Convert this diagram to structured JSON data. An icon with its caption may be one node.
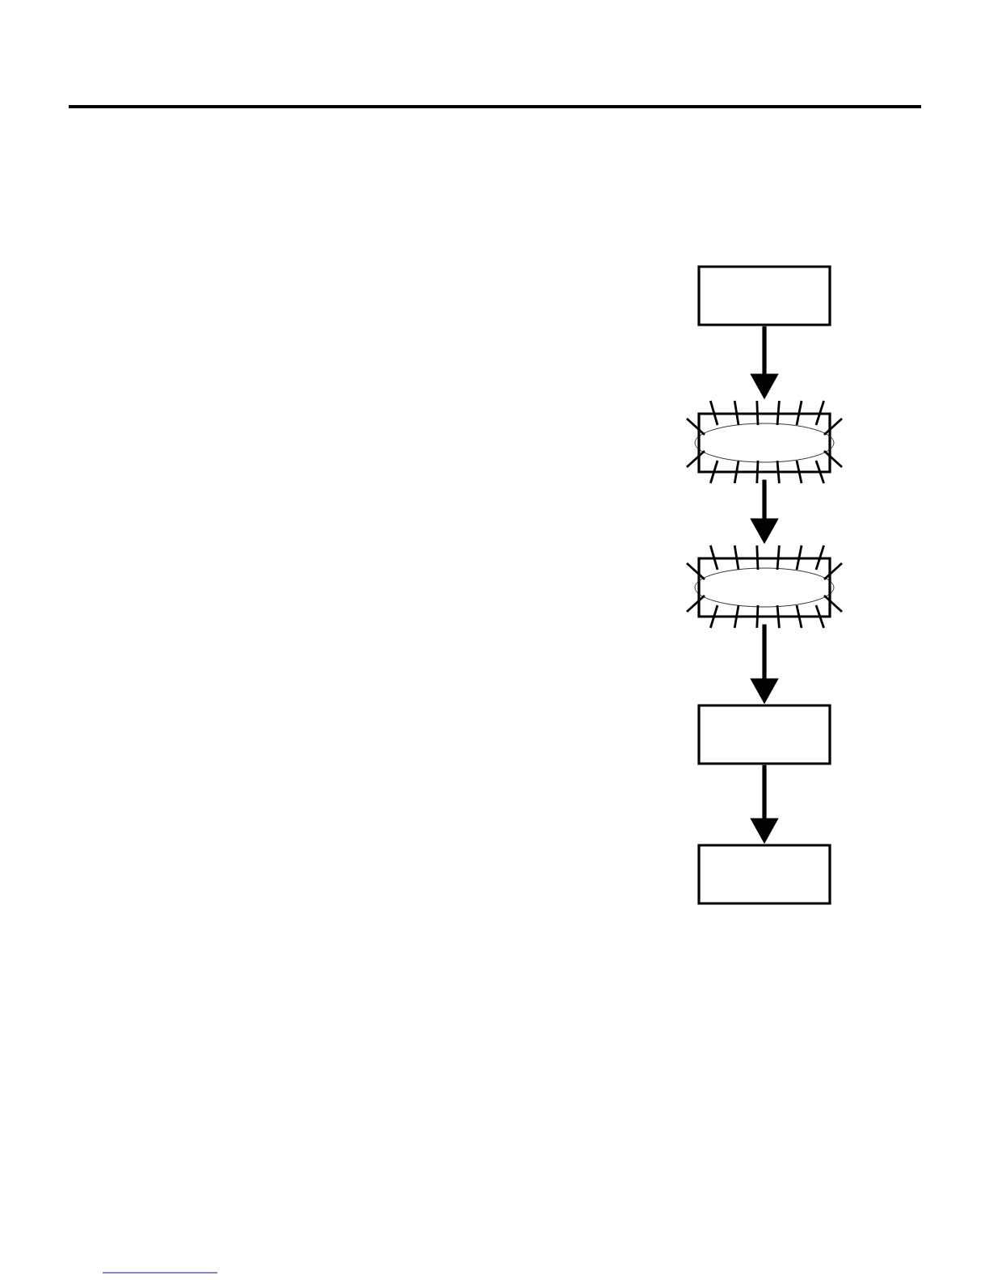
{
  "diagram": {
    "nodes": [
      {
        "text": [],
        "shape": "box"
      },
      {
        "text": [],
        "shape": "box"
      },
      {
        "text": [],
        "shape": "box"
      },
      {
        "text": [],
        "shape": "box"
      },
      {
        "text": [],
        "shape": "box"
      }
    ],
    "edges": [
      {
        "from": 0,
        "to": 1,
        "arrow": "to"
      },
      {
        "from": 1,
        "to": 2,
        "arrow": "to"
      },
      {
        "from": 2,
        "to": 3,
        "arrow": "to"
      },
      {
        "from": 3,
        "to": 4,
        "arrow": "to"
      }
    ]
  }
}
